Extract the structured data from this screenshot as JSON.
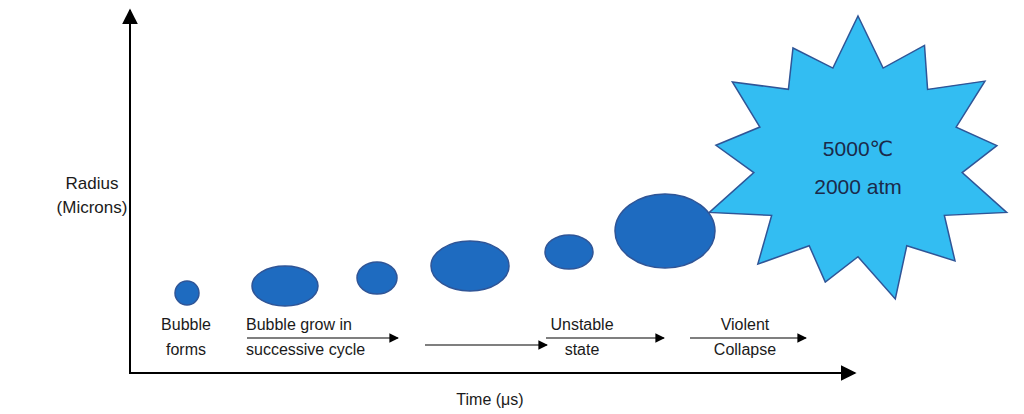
{
  "diagram": {
    "nodes": [
      {
        "text": [
          "5000℃",
          "2000 atm"
        ]
      }
    ],
    "labels": [
      "Radius (Microns)",
      "Time (μs)",
      "Bubble forms",
      "Bubble grow in successive cycle",
      "Unstable state",
      "Violent Collapse"
    ]
  }
}
